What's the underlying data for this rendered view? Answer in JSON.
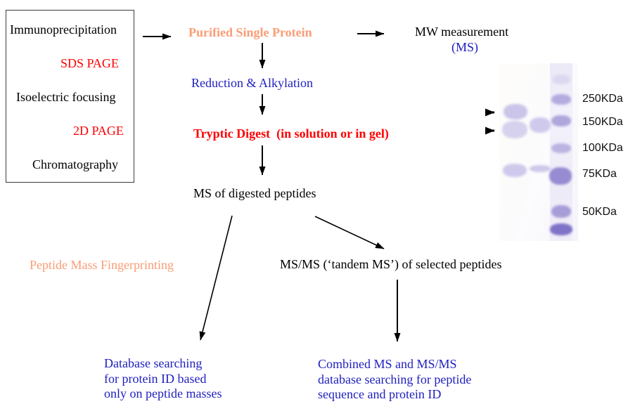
{
  "colors": {
    "salmon": "#FA9D76",
    "blue": "#1E1EBE",
    "red": "#FF0000",
    "black": "#000000",
    "gel_band_purple": "#9C92D4"
  },
  "prep_box": {
    "items": [
      {
        "label": "Immunoprecipitation",
        "color": "black"
      },
      {
        "label": "SDS PAGE",
        "color": "red"
      },
      {
        "label": "Isoelectric focusing",
        "color": "black"
      },
      {
        "label": "2D PAGE",
        "color": "red"
      },
      {
        "label": "Chromatography",
        "color": "black"
      }
    ]
  },
  "flow": {
    "purified": "Purified Single Protein",
    "mw_measurement": "MW measurement",
    "ms_label": "(MS)",
    "reduction": "Reduction & Alkylation",
    "tryptic": "Tryptic Digest  (in solution or in gel)",
    "ms_digested": "MS of digested peptides",
    "pmf": "Peptide Mass Fingerprinting",
    "msms": "MS/MS (‘tandem MS’) of selected peptides",
    "db_left": "Database searching\nfor protein ID based\nonly on peptide masses",
    "db_right": "Combined MS and MS/MS\ndatabase searching for peptide\nsequence and protein ID"
  },
  "gel": {
    "labels": [
      "250KDa",
      "150KDa",
      "100KDa",
      "75KDa",
      "50KDa"
    ]
  }
}
